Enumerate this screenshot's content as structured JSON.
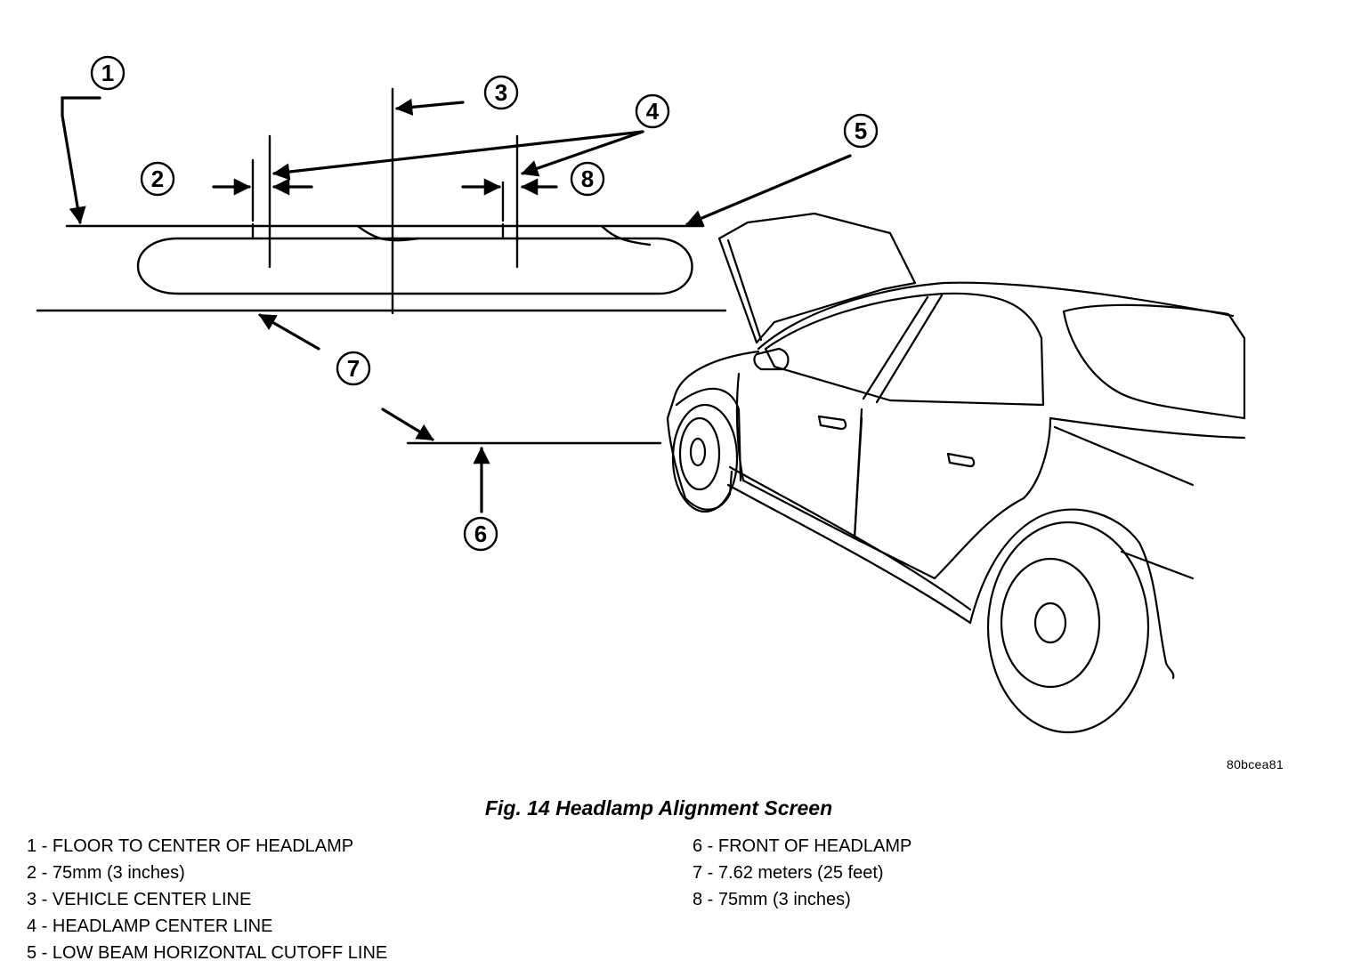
{
  "callouts": [
    "1",
    "2",
    "3",
    "4",
    "5",
    "6",
    "7",
    "8"
  ],
  "reference_code": "80bcea81",
  "caption": "Fig. 14 Headlamp Alignment Screen",
  "legend": {
    "left": [
      "1 - FLOOR TO CENTER OF HEADLAMP",
      "2 - 75mm (3 inches)",
      "3 - VEHICLE CENTER LINE",
      "4 - HEADLAMP CENTER LINE",
      "5 - LOW BEAM HORIZONTAL CUTOFF LINE"
    ],
    "right": [
      "6 - FRONT OF HEADLAMP",
      "7 - 7.62 meters (25 feet)",
      "8 - 75mm (3 inches)"
    ]
  }
}
